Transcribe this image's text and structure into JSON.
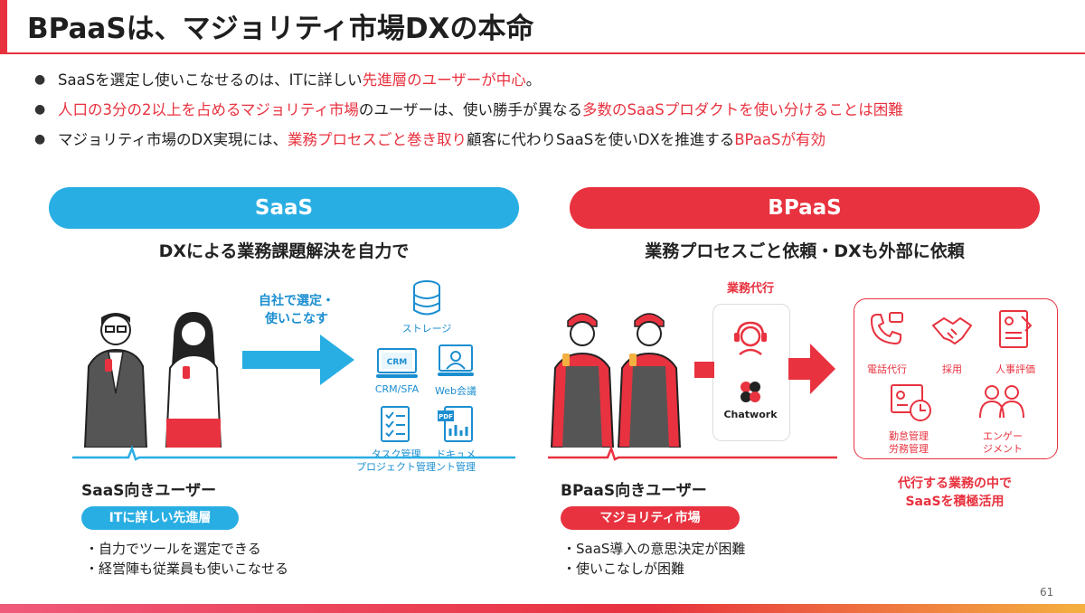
{
  "slide": {
    "title": "BPaaSは、マジョリティ市場DXの本命",
    "page_number": "61"
  },
  "bullets": [
    {
      "parts": [
        {
          "text": "SaaSを選定し使いこなせるのは、ITに詳しい",
          "red": false
        },
        {
          "text": "先進層のユーザーが中心",
          "red": true
        },
        {
          "text": "。",
          "red": false
        }
      ]
    },
    {
      "parts": [
        {
          "text": "人口の3分の2以上を占めるマジョリティ市場",
          "red": true
        },
        {
          "text": "のユーザーは、使い勝手が異なる",
          "red": false
        },
        {
          "text": "多数のSaaSプロダクトを使い分けることは困難",
          "red": true
        }
      ]
    },
    {
      "parts": [
        {
          "text": "マジョリティ市場のDX実現には、",
          "red": false
        },
        {
          "text": "業務プロセスごと巻き取り",
          "red": true
        },
        {
          "text": "顧客に代わりSaaSを使いDXを推進する",
          "red": false
        },
        {
          "text": "BPaaSが有効",
          "red": true
        }
      ]
    }
  ],
  "saas": {
    "pill": "SaaS",
    "subheading": "DXによる業務課題解決を自力で",
    "arrow_label_1": "自社で選定・",
    "arrow_label_2": "使いこなす",
    "tools": {
      "storage": "ストレージ",
      "crm_badge": "CRM",
      "crm": "CRM/SFA",
      "web": "Web会議",
      "task_1": "タスク管理",
      "task_2": "プロジェクト管理",
      "doc_1": "ドキュメ",
      "doc_2": "ント管理",
      "pdf_badge": "PDF"
    },
    "user_title": "SaaS向きユーザー",
    "tag": "ITに詳しい先進層",
    "notes": [
      "・自力でツールを選定できる",
      "・経営陣も従業員も使いこなせる"
    ]
  },
  "bpaas": {
    "pill": "BPaaS",
    "subheading": "業務プロセスごと依頼・DXも外部に依頼",
    "service_label": "業務代行",
    "chatwork": "Chatwork",
    "services": {
      "phone": "電話代行",
      "hiring": "採用",
      "hr_eval": "人事評価",
      "attendance_1": "勤怠管理",
      "attendance_2": "労務管理",
      "engage_1": "エンゲー",
      "engage_2": "ジメント"
    },
    "caption_1": "代行する業務の中で",
    "caption_2": "SaaSを積極活用",
    "user_title": "BPaaS向きユーザー",
    "tag": "マジョリティ市場",
    "notes": [
      "・SaaS導入の意思決定が困難",
      "・使いこなしが困難"
    ]
  },
  "colors": {
    "accent_red": "#e8323f",
    "accent_blue": "#29aee3"
  }
}
